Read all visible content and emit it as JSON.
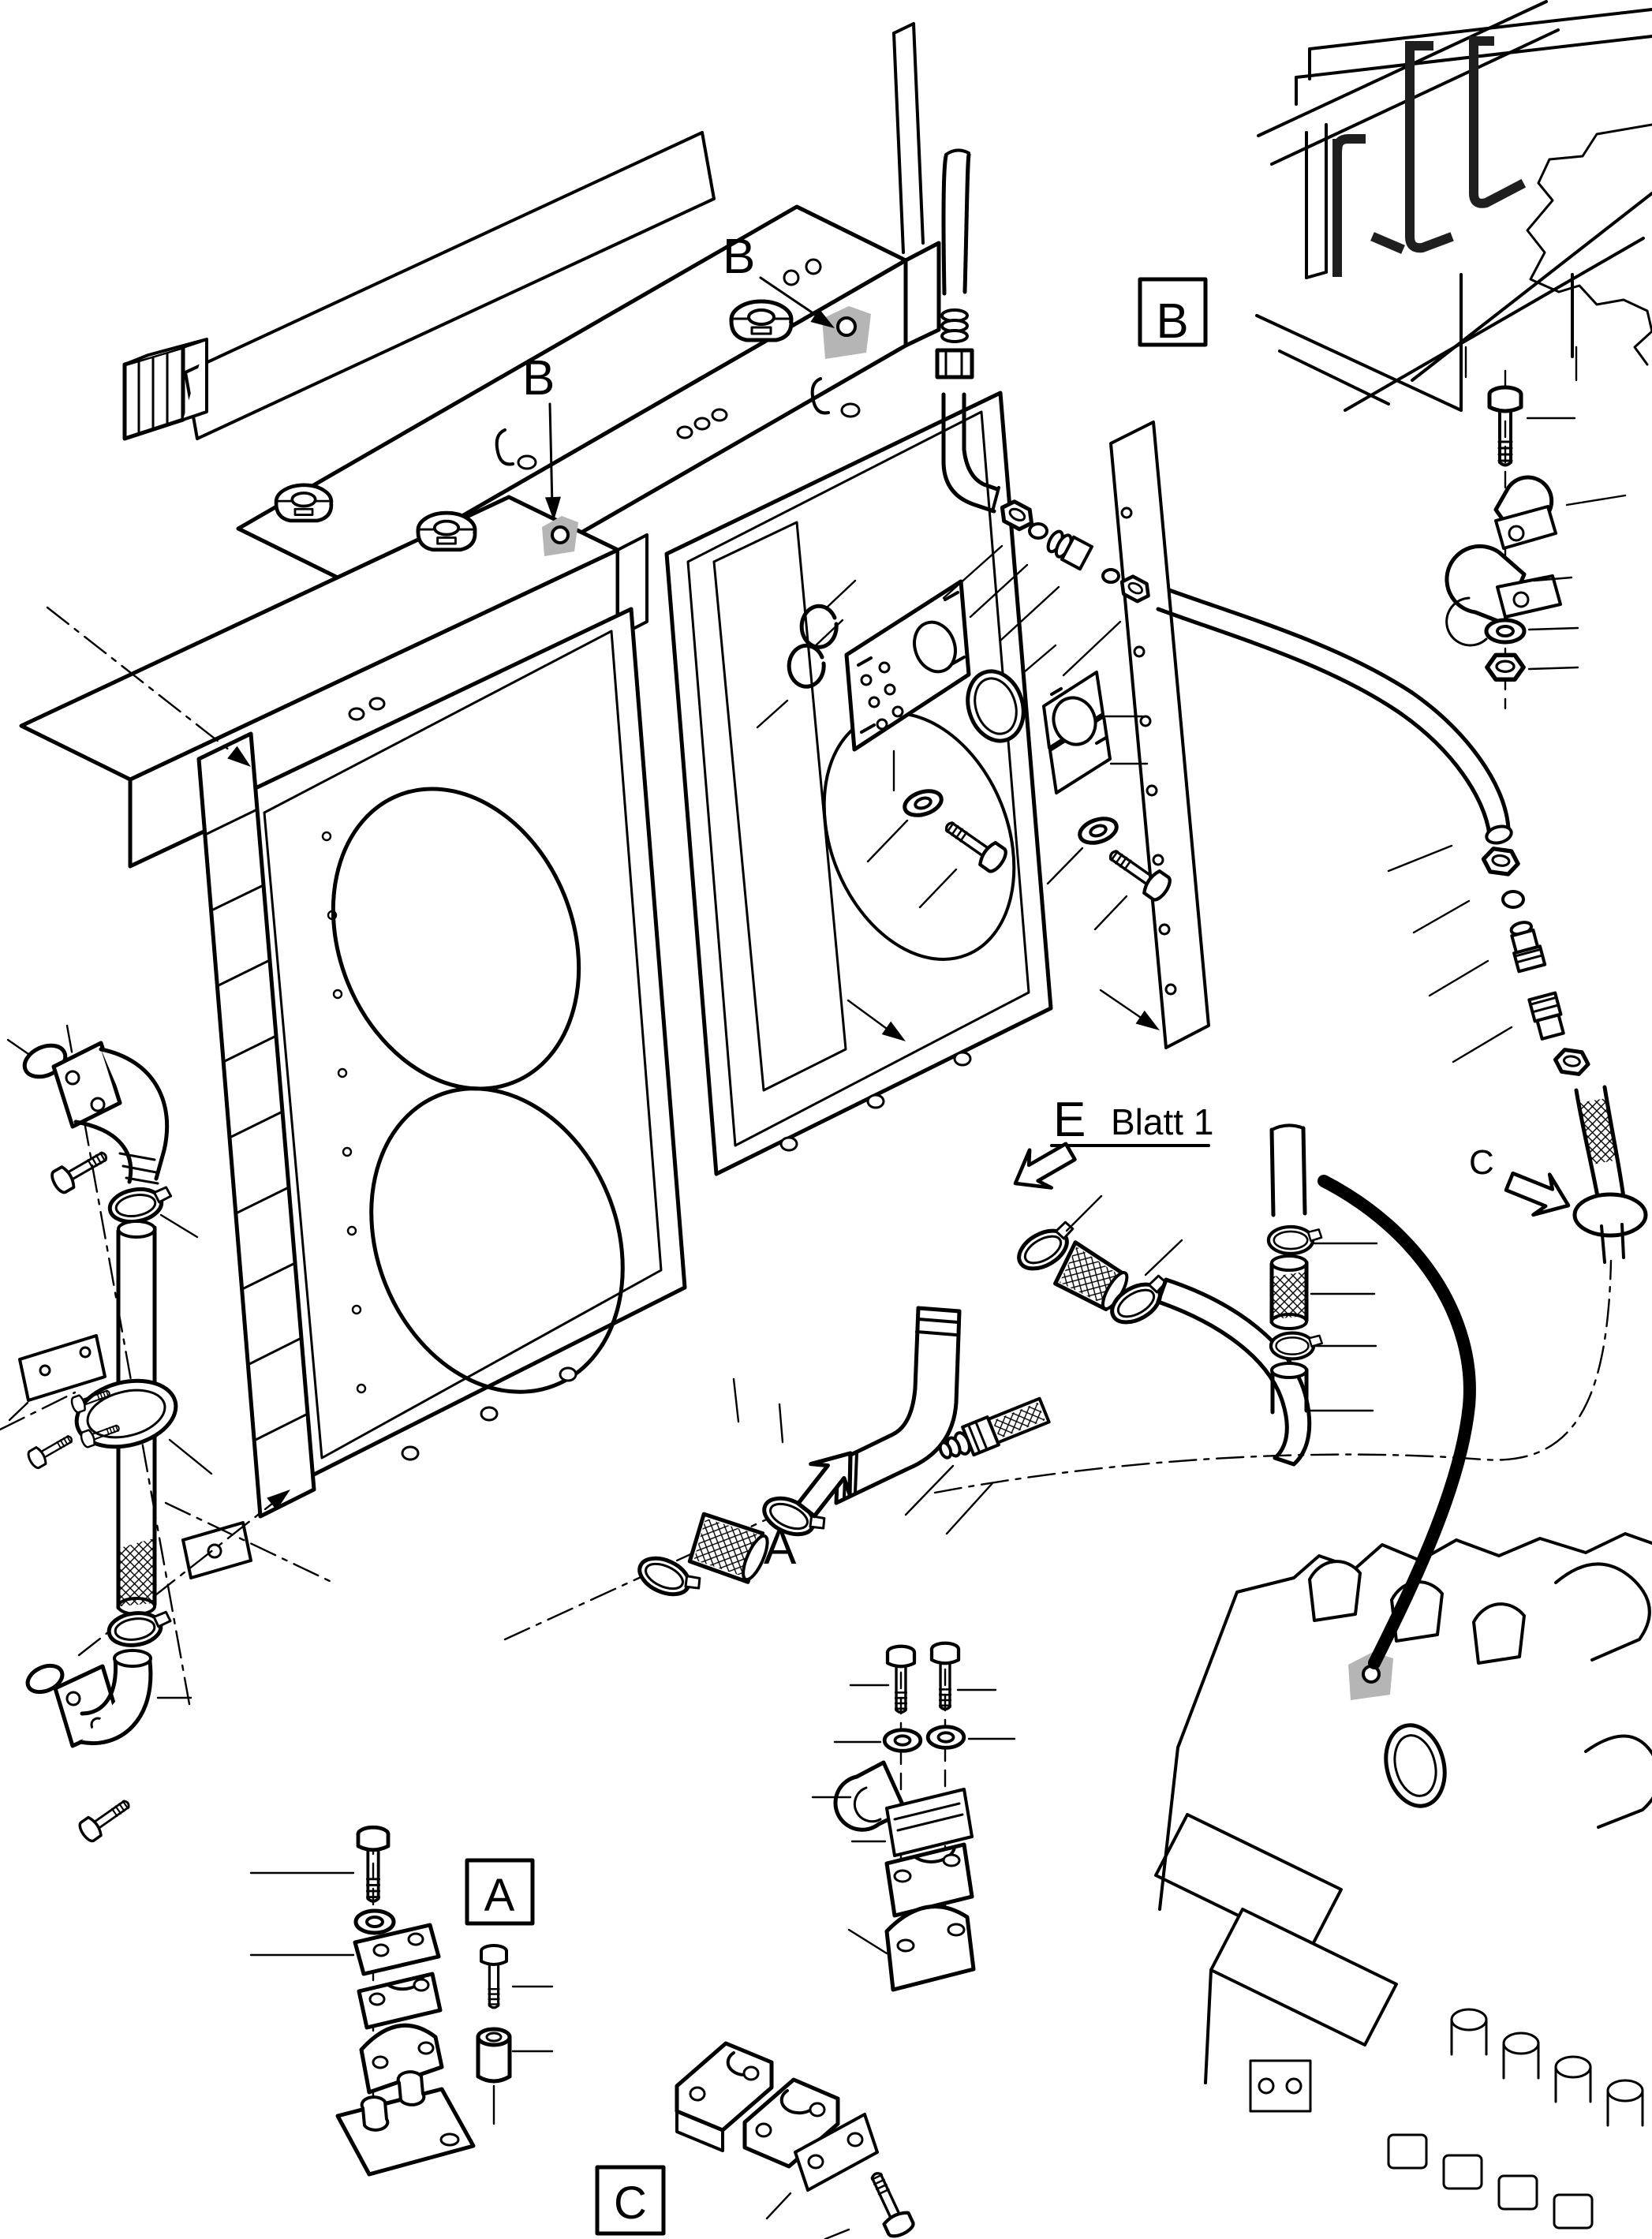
{
  "figure": {
    "kind": "exploded-parts-diagram",
    "subject": "radiator-and-cooling-pipework",
    "colors": {
      "background": "#ffffff",
      "line": "#000000",
      "highlight": "#b5b5b5",
      "inset_pipe": "#1f1f1f"
    }
  },
  "callouts": {
    "b_left": {
      "label": "B"
    },
    "b_right": {
      "label": "B"
    },
    "b_boxed": {
      "label": "B"
    },
    "a_plain": {
      "label": "A"
    },
    "a_boxed": {
      "label": "A"
    },
    "c_plain": {
      "label": "C"
    },
    "c_boxed": {
      "label": "C"
    },
    "e_detail": {
      "label": "E",
      "note": "Blatt 1"
    }
  }
}
